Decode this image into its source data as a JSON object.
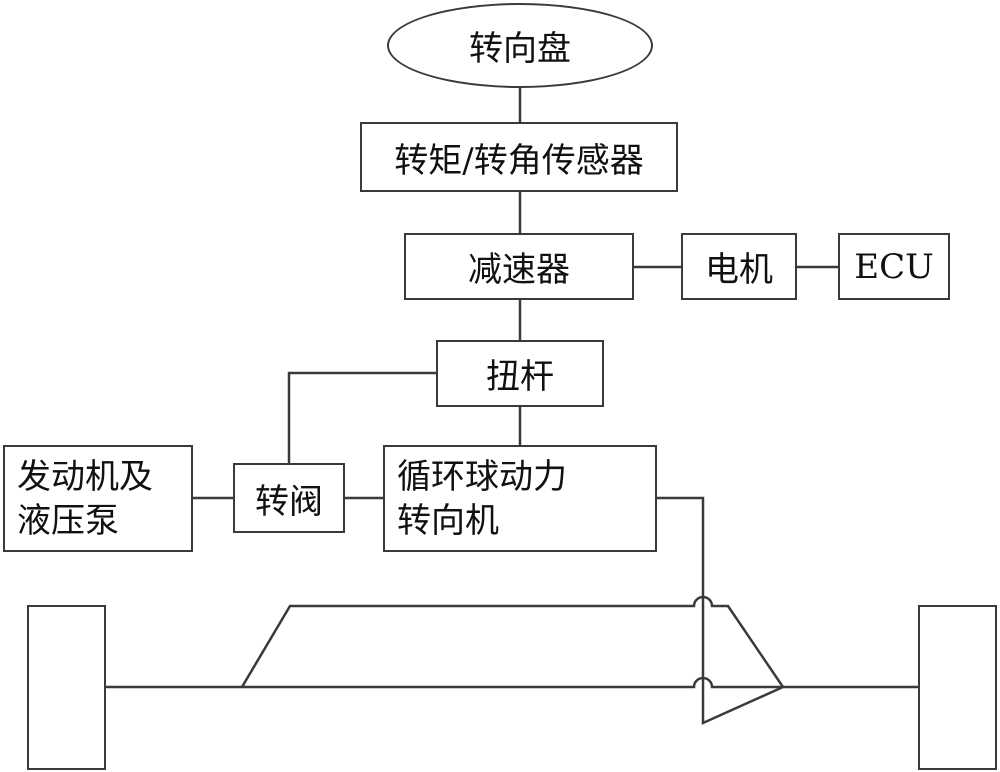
{
  "nodes": {
    "steering_wheel": "转向盘",
    "sensor": "转矩/转角传感器",
    "reducer": "减速器",
    "motor": "电机",
    "ecu": "ECU",
    "torsion_bar": "扭杆",
    "engine_pump": [
      "发动机及",
      "液压泵"
    ],
    "rotary_valve": "转阀",
    "steering_gear": [
      "循环球动力",
      "转向机"
    ]
  },
  "colors": {
    "line": "#3a3a3a"
  }
}
